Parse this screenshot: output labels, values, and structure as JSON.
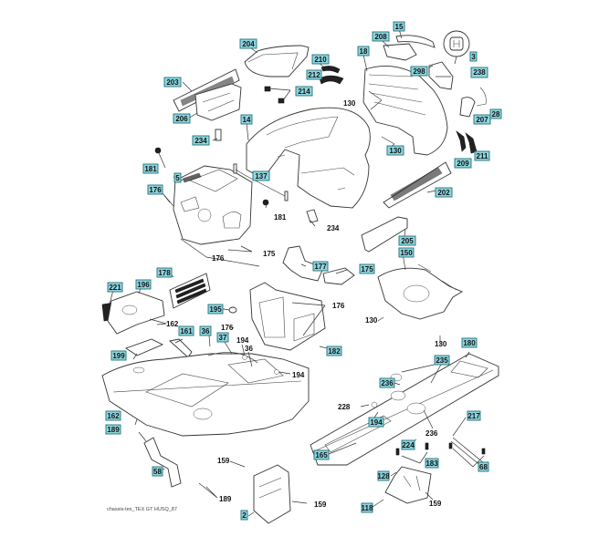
{
  "diagram": {
    "title": "chassis-tex_TEX GT HUSQ_87",
    "caption": "chassis-tex_TEX GT HUSQ_87",
    "label_colors": {
      "boxed_fill": "#8fd7e0",
      "boxed_border": "#1f6f7a",
      "plain_text": "#111111"
    },
    "parts": [
      {
        "id": "p204",
        "name": "hood-top-panel",
        "label": "204",
        "boxed": true
      },
      {
        "id": "p203",
        "name": "grille-insert",
        "label": "203",
        "boxed": true
      },
      {
        "id": "p206",
        "name": "grille-bracket",
        "label": "206",
        "boxed": true
      },
      {
        "id": "p210",
        "name": "light-trim-right",
        "label": "210",
        "boxed": true
      },
      {
        "id": "p212",
        "name": "light-trim-left",
        "label": "212",
        "boxed": true
      },
      {
        "id": "p214",
        "name": "clip",
        "label": "214",
        "boxed": true
      },
      {
        "id": "p234a",
        "name": "decal-small",
        "label": "234",
        "boxed": true
      },
      {
        "id": "p14",
        "name": "hood",
        "label": "14",
        "boxed": true
      },
      {
        "id": "p15",
        "name": "hood-trim",
        "label": "15",
        "boxed": true
      },
      {
        "id": "p208",
        "name": "headlight-bracket",
        "label": "208",
        "boxed": true
      },
      {
        "id": "p18",
        "name": "front-grille-housing",
        "label": "18",
        "boxed": true
      },
      {
        "id": "p3",
        "name": "logo-emblem",
        "label": "3",
        "boxed": true
      },
      {
        "id": "p298",
        "name": "screw",
        "label": "298",
        "boxed": true
      },
      {
        "id": "p238",
        "name": "emblem-holder",
        "label": "238",
        "boxed": true
      },
      {
        "id": "p207",
        "name": "lamp-cover",
        "label": "207",
        "boxed": true
      },
      {
        "id": "p28",
        "name": "lens",
        "label": "28",
        "boxed": true
      },
      {
        "id": "p130a",
        "name": "bolt",
        "label": "130",
        "boxed": false
      },
      {
        "id": "p130b",
        "name": "bolt",
        "label": "130",
        "boxed": true
      },
      {
        "id": "p209",
        "name": "side-trim-left",
        "label": "209",
        "boxed": true
      },
      {
        "id": "p211",
        "name": "side-trim-right",
        "label": "211",
        "boxed": true
      },
      {
        "id": "p202",
        "name": "front-grille",
        "label": "202",
        "boxed": true
      },
      {
        "id": "p181a",
        "name": "nut",
        "label": "181",
        "boxed": true
      },
      {
        "id": "p181b",
        "name": "nut",
        "label": "181",
        "boxed": false
      },
      {
        "id": "p5",
        "name": "dashboard-trim",
        "label": "5",
        "boxed": true
      },
      {
        "id": "p176a",
        "name": "screw",
        "label": "176",
        "boxed": true
      },
      {
        "id": "p137",
        "name": "hood-pin",
        "label": "137",
        "boxed": true
      },
      {
        "id": "p234b",
        "name": "decal",
        "label": "234",
        "boxed": false
      },
      {
        "id": "p205",
        "name": "hood-side-panel",
        "label": "205",
        "boxed": true
      },
      {
        "id": "p150",
        "name": "fender-deck",
        "label": "150",
        "boxed": true
      },
      {
        "id": "p176b",
        "name": "screw",
        "label": "176",
        "boxed": false
      },
      {
        "id": "p175a",
        "name": "screw",
        "label": "175",
        "boxed": false
      },
      {
        "id": "p177",
        "name": "nut",
        "label": "177",
        "boxed": true
      },
      {
        "id": "p175b",
        "name": "bracket",
        "label": "175",
        "boxed": true
      },
      {
        "id": "p178",
        "name": "vent-grille",
        "label": "178",
        "boxed": true
      },
      {
        "id": "p221",
        "name": "pad",
        "label": "221",
        "boxed": true
      },
      {
        "id": "p196",
        "name": "seat-panel",
        "label": "196",
        "boxed": true
      },
      {
        "id": "p162a",
        "name": "screw",
        "label": "162",
        "boxed": false
      },
      {
        "id": "p195",
        "name": "bushing",
        "label": "195",
        "boxed": true
      },
      {
        "id": "p176c",
        "name": "screw",
        "label": "176",
        "boxed": false
      },
      {
        "id": "p176d",
        "name": "screw",
        "label": "176",
        "boxed": false
      },
      {
        "id": "p130c",
        "name": "bolt",
        "label": "130",
        "boxed": false
      },
      {
        "id": "p161",
        "name": "lever-cover",
        "label": "161",
        "boxed": true
      },
      {
        "id": "p36a",
        "name": "clip",
        "label": "36",
        "boxed": true
      },
      {
        "id": "p37",
        "name": "cable",
        "label": "37",
        "boxed": true
      },
      {
        "id": "p194a",
        "name": "grommet",
        "label": "194",
        "boxed": false
      },
      {
        "id": "p36b",
        "name": "clip",
        "label": "36",
        "boxed": false
      },
      {
        "id": "p182",
        "name": "dash-panel",
        "label": "182",
        "boxed": true
      },
      {
        "id": "p194b",
        "name": "grommet",
        "label": "194",
        "boxed": false
      },
      {
        "id": "p199",
        "name": "cover-plate",
        "label": "199",
        "boxed": true
      },
      {
        "id": "p130d",
        "name": "bolt",
        "label": "130",
        "boxed": false
      },
      {
        "id": "p180",
        "name": "frame",
        "label": "180",
        "boxed": true
      },
      {
        "id": "p235",
        "name": "grommet",
        "label": "235",
        "boxed": true
      },
      {
        "id": "p236a",
        "name": "screw",
        "label": "236",
        "boxed": true
      },
      {
        "id": "p228",
        "name": "bolt",
        "label": "228",
        "boxed": false
      },
      {
        "id": "p194c",
        "name": "grommet",
        "label": "194",
        "boxed": true
      },
      {
        "id": "p236b",
        "name": "screw",
        "label": "236",
        "boxed": false
      },
      {
        "id": "p217",
        "name": "rod",
        "label": "217",
        "boxed": true
      },
      {
        "id": "p224",
        "name": "clip",
        "label": "224",
        "boxed": true
      },
      {
        "id": "p162b",
        "name": "screw",
        "label": "162",
        "boxed": true
      },
      {
        "id": "p189a",
        "name": "bolt",
        "label": "189",
        "boxed": true
      },
      {
        "id": "p165",
        "name": "frame-rail",
        "label": "165",
        "boxed": true
      },
      {
        "id": "p183",
        "name": "bolt",
        "label": "183",
        "boxed": true
      },
      {
        "id": "p68",
        "name": "bolt",
        "label": "68",
        "boxed": true
      },
      {
        "id": "p58",
        "name": "bracket",
        "label": "58",
        "boxed": true
      },
      {
        "id": "p159a",
        "name": "bolt",
        "label": "159",
        "boxed": false
      },
      {
        "id": "p128",
        "name": "bolt",
        "label": "128",
        "boxed": true
      },
      {
        "id": "p189b",
        "name": "bolt",
        "label": "189",
        "boxed": false
      },
      {
        "id": "p159b",
        "name": "bolt",
        "label": "159",
        "boxed": false
      },
      {
        "id": "p159c",
        "name": "bolt",
        "label": "159",
        "boxed": false
      },
      {
        "id": "p2",
        "name": "rear-bracket",
        "label": "2",
        "boxed": true
      },
      {
        "id": "p118",
        "name": "skid-plate",
        "label": "118",
        "boxed": true
      }
    ]
  }
}
